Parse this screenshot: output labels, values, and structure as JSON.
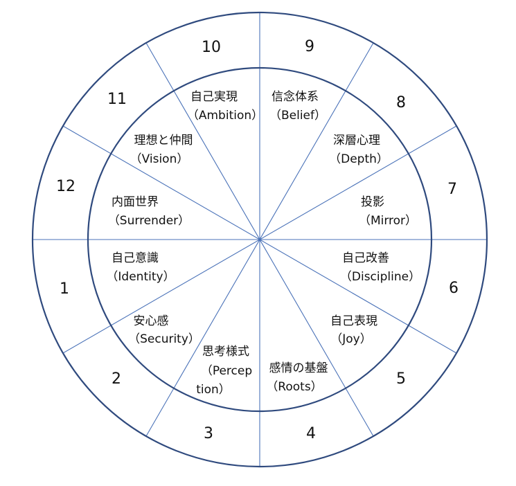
{
  "colors": {
    "circle_stroke": "#2F4A7E",
    "divider_stroke": "#4A72B8",
    "text": "#111111",
    "background": "#ffffff"
  },
  "houses": [
    {
      "number": "1",
      "label_lines": [
        "自己意識",
        "（Identity）"
      ]
    },
    {
      "number": "2",
      "label_lines": [
        "安心感",
        "（Security）"
      ]
    },
    {
      "number": "3",
      "label_lines": [
        "思考様式",
        "（Percep",
        "tion）"
      ]
    },
    {
      "number": "4",
      "label_lines": [
        "感情の基盤",
        "（Roots）"
      ]
    },
    {
      "number": "5",
      "label_lines": [
        "自己表現",
        "（Joy）"
      ]
    },
    {
      "number": "6",
      "label_lines": [
        "自己改善",
        "（Discipline）"
      ]
    },
    {
      "number": "7",
      "label_lines": [
        "投影",
        "（Mirror）"
      ]
    },
    {
      "number": "8",
      "label_lines": [
        "深層心理",
        "（Depth）"
      ]
    },
    {
      "number": "9",
      "label_lines": [
        "信念体系",
        "（Belief）"
      ]
    },
    {
      "number": "10",
      "label_lines": [
        "自己実現",
        "（Ambition）"
      ]
    },
    {
      "number": "11",
      "label_lines": [
        "理想と仲間",
        "（Vision）"
      ]
    },
    {
      "number": "12",
      "label_lines": [
        "内面世界",
        "（Surrender）"
      ]
    }
  ]
}
